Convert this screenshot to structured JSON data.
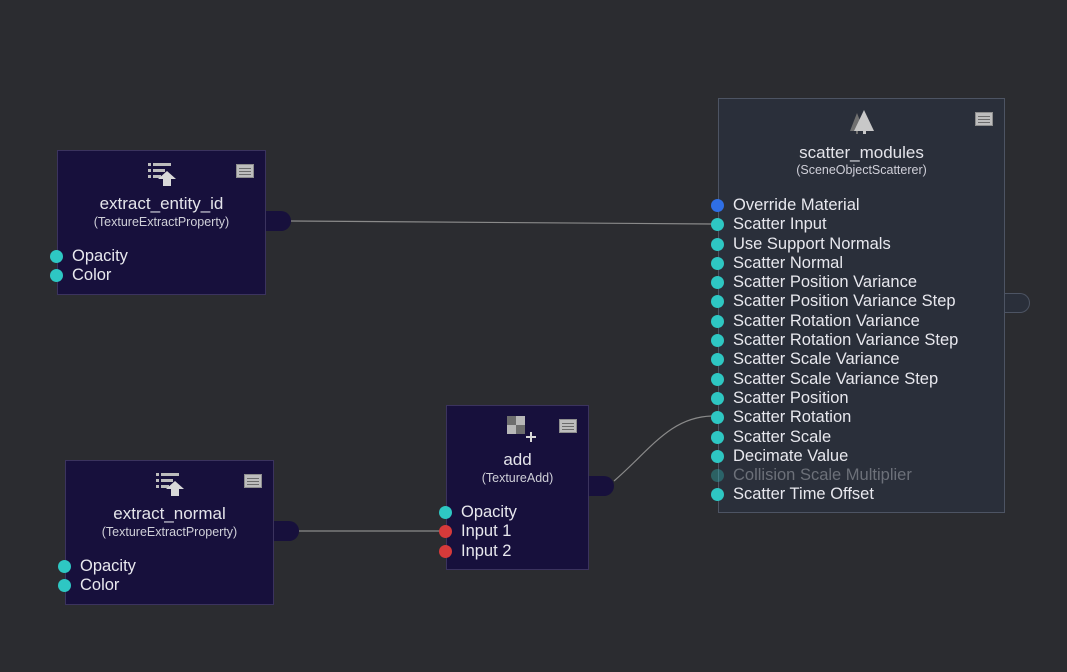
{
  "colors": {
    "canvas_bg": "#2b2c30",
    "texture_node_bg": "#17103c",
    "scene_node_bg": "#2a2f3a",
    "port_teal": "#2ec7c3",
    "port_red": "#d63a3a",
    "port_blue": "#2f6fe6",
    "wire": "#8a8a8a"
  },
  "nodes": {
    "extract_entity_id": {
      "title": "extract_entity_id",
      "subtitle": "(TextureExtractProperty)",
      "icon": "extract-property-icon",
      "ports": [
        {
          "label": "Opacity",
          "color": "#2ec7c3"
        },
        {
          "label": "Color",
          "color": "#2ec7c3"
        }
      ]
    },
    "extract_normal": {
      "title": "extract_normal",
      "subtitle": "(TextureExtractProperty)",
      "icon": "extract-property-icon",
      "ports": [
        {
          "label": "Opacity",
          "color": "#2ec7c3"
        },
        {
          "label": "Color",
          "color": "#2ec7c3"
        }
      ]
    },
    "add": {
      "title": "add",
      "subtitle": "(TextureAdd)",
      "icon": "texture-add-icon",
      "ports": [
        {
          "label": "Opacity",
          "color": "#2ec7c3"
        },
        {
          "label": "Input 1",
          "color": "#d63a3a"
        },
        {
          "label": "Input 2",
          "color": "#d63a3a"
        }
      ]
    },
    "scatter_modules": {
      "title": "scatter_modules",
      "subtitle": "(SceneObjectScatterer)",
      "icon": "trees-icon",
      "ports": [
        {
          "label": "Override Material",
          "color": "#2f6fe6"
        },
        {
          "label": "Scatter Input",
          "color": "#2ec7c3"
        },
        {
          "label": "Use Support Normals",
          "color": "#2ec7c3"
        },
        {
          "label": "Scatter Normal",
          "color": "#2ec7c3"
        },
        {
          "label": "Scatter Position Variance",
          "color": "#2ec7c3"
        },
        {
          "label": "Scatter Position Variance Step",
          "color": "#2ec7c3"
        },
        {
          "label": "Scatter Rotation Variance",
          "color": "#2ec7c3"
        },
        {
          "label": "Scatter Rotation Variance Step",
          "color": "#2ec7c3"
        },
        {
          "label": "Scatter Scale Variance",
          "color": "#2ec7c3"
        },
        {
          "label": "Scatter Scale Variance Step",
          "color": "#2ec7c3"
        },
        {
          "label": "Scatter Position",
          "color": "#2ec7c3"
        },
        {
          "label": "Scatter Rotation",
          "color": "#2ec7c3"
        },
        {
          "label": "Scatter Scale",
          "color": "#2ec7c3"
        },
        {
          "label": "Decimate Value",
          "color": "#2ec7c3"
        },
        {
          "label": "Collision Scale Multiplier",
          "color": "#2ec7c3",
          "disabled": true
        },
        {
          "label": "Scatter Time Offset",
          "color": "#2ec7c3"
        }
      ]
    }
  }
}
